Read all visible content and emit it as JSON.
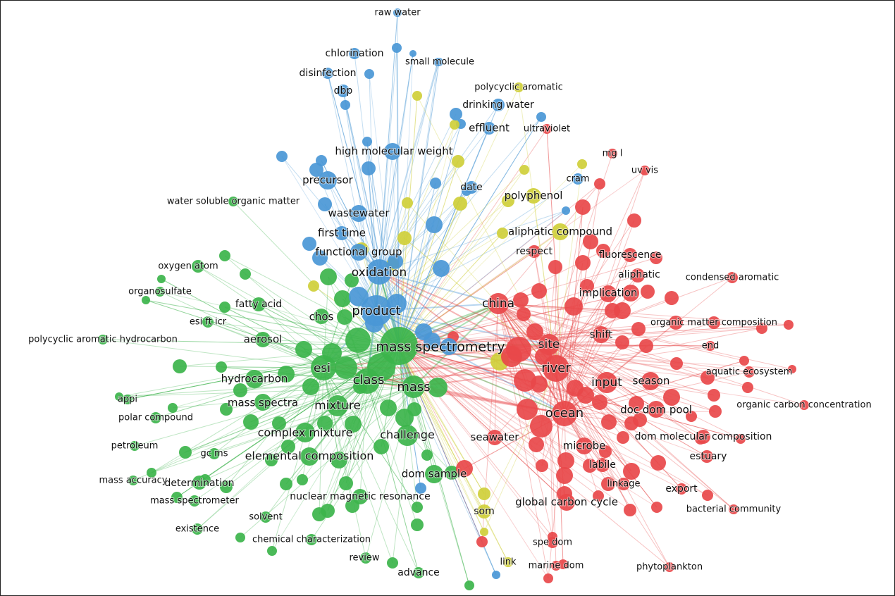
{
  "colors": {
    "red": "#e8484a",
    "green": "#3cb44b",
    "blue": "#4a97d6",
    "yellow": "#cfcf3a"
  },
  "clusters": {
    "red": [
      {
        "id": "river",
        "label": "river"
      },
      {
        "id": "site",
        "label": "site"
      },
      {
        "id": "china",
        "label": "china"
      },
      {
        "id": "ocean",
        "label": "ocean"
      },
      {
        "id": "input",
        "label": "input"
      },
      {
        "id": "season",
        "label": "season"
      },
      {
        "id": "shift",
        "label": "shift"
      },
      {
        "id": "implication",
        "label": "implication"
      },
      {
        "id": "aliphatic",
        "label": "aliphatic"
      },
      {
        "id": "fluorescence",
        "label": "fluorescence"
      },
      {
        "id": "respect",
        "label": "respect"
      },
      {
        "id": "condensed_aromatic",
        "label": "condensed aromatic"
      },
      {
        "id": "organic_matter_composition",
        "label": "organic matter composition"
      },
      {
        "id": "end",
        "label": "end"
      },
      {
        "id": "aquatic_ecosystem",
        "label": "aquatic ecosystem"
      },
      {
        "id": "organic_carbon_concentration",
        "label": "organic carbon concentration"
      },
      {
        "id": "doc_dom_pool",
        "label": "doc dom pool"
      },
      {
        "id": "dom_molecular_composition",
        "label": "dom molecular composition"
      },
      {
        "id": "estuary",
        "label": "estuary"
      },
      {
        "id": "microbe",
        "label": "microbe"
      },
      {
        "id": "labile",
        "label": "labile"
      },
      {
        "id": "linkage",
        "label": "linkage"
      },
      {
        "id": "export",
        "label": "export"
      },
      {
        "id": "bacterial_community",
        "label": "bacterial community"
      },
      {
        "id": "global_carbon_cycle",
        "label": "global carbon cycle"
      },
      {
        "id": "seawater",
        "label": "seawater"
      },
      {
        "id": "spe_dom",
        "label": "spe dom"
      },
      {
        "id": "marine_dom",
        "label": "marine dom"
      },
      {
        "id": "phytoplankton",
        "label": "phytoplankton"
      },
      {
        "id": "mg_l",
        "label": "mg l"
      },
      {
        "id": "uv_vis",
        "label": "uv vis"
      },
      {
        "id": "ultraviolet",
        "label": "ultraviolet"
      }
    ],
    "green": [
      {
        "id": "mass_spectrometry",
        "label": "mass spectrometry"
      },
      {
        "id": "esi",
        "label": "esi"
      },
      {
        "id": "class",
        "label": "class"
      },
      {
        "id": "mass",
        "label": "mass"
      },
      {
        "id": "mixture",
        "label": "mixture"
      },
      {
        "id": "hydrocarbon",
        "label": "hydrocarbon"
      },
      {
        "id": "mass_spectra",
        "label": "mass spectra"
      },
      {
        "id": "complex_mixture",
        "label": "complex mixture"
      },
      {
        "id": "challenge",
        "label": "challenge"
      },
      {
        "id": "elemental_composition",
        "label": "elemental composition"
      },
      {
        "id": "dom_sample",
        "label": "dom sample"
      },
      {
        "id": "nuclear_magnetic_resonance",
        "label": "nuclear magnetic resonance"
      },
      {
        "id": "aerosol",
        "label": "aerosol"
      },
      {
        "id": "chos",
        "label": "chos"
      },
      {
        "id": "fatty_acid",
        "label": "fatty acid"
      },
      {
        "id": "esi_ft_icr",
        "label": "esi ft icr"
      },
      {
        "id": "organosulfate",
        "label": "organosulfate"
      },
      {
        "id": "oxygen_atom",
        "label": "oxygen atom"
      },
      {
        "id": "polycyclic_aromatic_hydrocarbon",
        "label": "polycyclic aromatic hydrocarbon"
      },
      {
        "id": "appi",
        "label": "appi"
      },
      {
        "id": "polar_compound",
        "label": "polar compound"
      },
      {
        "id": "petroleum",
        "label": "petroleum"
      },
      {
        "id": "gc_ms",
        "label": "gc ms"
      },
      {
        "id": "mass_accuracy",
        "label": "mass accuracy"
      },
      {
        "id": "determination",
        "label": "determination"
      },
      {
        "id": "mass_spectrometer",
        "label": "mass spectrometer"
      },
      {
        "id": "solvent",
        "label": "solvent"
      },
      {
        "id": "existence",
        "label": "existence"
      },
      {
        "id": "chemical_characterization",
        "label": "chemical characterization"
      },
      {
        "id": "review",
        "label": "review"
      },
      {
        "id": "advance",
        "label": "advance"
      },
      {
        "id": "water_soluble_organic_matter",
        "label": "water soluble organic matter"
      }
    ],
    "blue": [
      {
        "id": "product",
        "label": "product"
      },
      {
        "id": "oxidation",
        "label": "oxidation"
      },
      {
        "id": "functional_group",
        "label": "functional group"
      },
      {
        "id": "first_time",
        "label": "first time"
      },
      {
        "id": "wastewater",
        "label": "wastewater"
      },
      {
        "id": "precursor",
        "label": "precursor"
      },
      {
        "id": "high_molecular_weight",
        "label": "high molecular weight"
      },
      {
        "id": "date",
        "label": "date"
      },
      {
        "id": "effluent",
        "label": "effluent"
      },
      {
        "id": "drinking_water",
        "label": "drinking water"
      },
      {
        "id": "dbp",
        "label": "dbp"
      },
      {
        "id": "disinfection",
        "label": "disinfection"
      },
      {
        "id": "chlorination",
        "label": "chlorination"
      },
      {
        "id": "raw_water",
        "label": "raw water"
      },
      {
        "id": "small_molecule",
        "label": "small molecule"
      },
      {
        "id": "cram",
        "label": "cram"
      }
    ],
    "yellow": [
      {
        "id": "aliphatic_compound",
        "label": "aliphatic compound"
      },
      {
        "id": "polyphenol",
        "label": "polyphenol"
      },
      {
        "id": "polycyclic_aromatic",
        "label": "polycyclic aromatic"
      },
      {
        "id": "som",
        "label": "som"
      },
      {
        "id": "link",
        "label": "link"
      }
    ]
  }
}
